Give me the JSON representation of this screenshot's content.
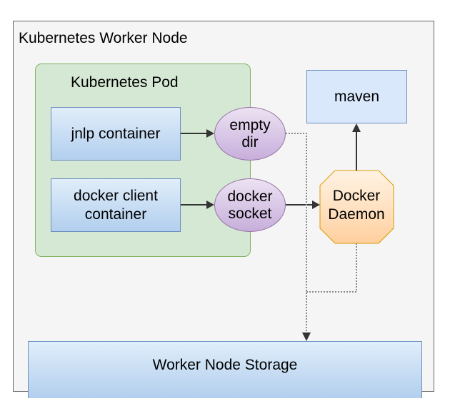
{
  "worker_node": {
    "title": "Kubernetes Worker Node"
  },
  "pod": {
    "title": "Kubernetes Pod"
  },
  "containers": {
    "jnlp": "jnlp container",
    "docker_client_line1": "docker client",
    "docker_client_line2": "container"
  },
  "volumes": {
    "empty_dir_line1": "empty",
    "empty_dir_line2": "dir",
    "docker_socket_line1": "docker",
    "docker_socket_line2": "socket"
  },
  "daemon": {
    "line1": "Docker",
    "line2": "Daemon"
  },
  "maven": {
    "label": "maven"
  },
  "storage": {
    "label": "Worker Node Storage"
  },
  "colors": {
    "pod_fill": "#d5e8d4",
    "pod_stroke": "#82b366",
    "container_fill": "#dae8fc",
    "container_stroke": "#6c8ebf",
    "volume_fill": "#e1d5e7",
    "volume_stroke": "#9673a6",
    "daemon_fill": "#ffe6cc",
    "daemon_stroke": "#d79b00"
  }
}
